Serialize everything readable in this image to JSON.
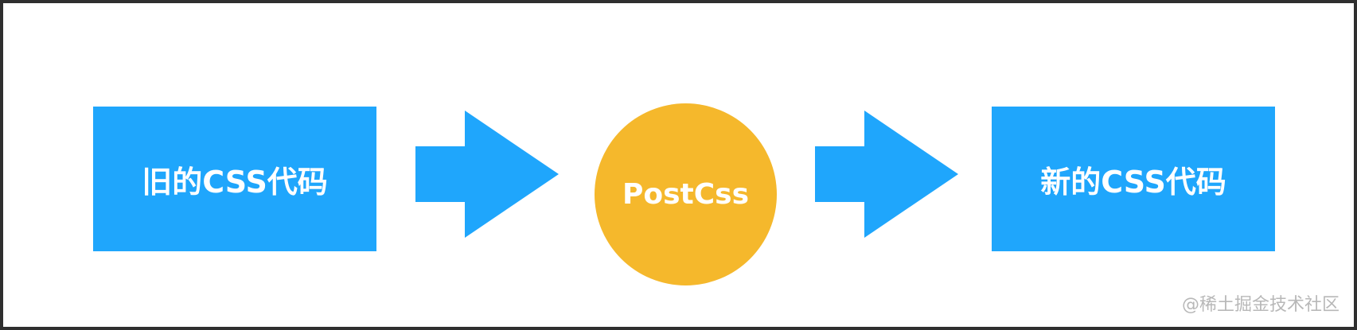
{
  "diagram": {
    "source": {
      "label": "旧的CSS代码"
    },
    "processor": {
      "label": "PostCss"
    },
    "output": {
      "label": "新的CSS代码"
    }
  },
  "watermark": {
    "text": "@稀土掘金技术社区"
  },
  "colors": {
    "box": "#1fa6fc",
    "arrow": "#1fa6fc",
    "processor": "#f5b82c",
    "background": "#ffffff",
    "watermark": "#b8b8b8"
  },
  "icons": {
    "arrows": "right-arrow-icon"
  }
}
